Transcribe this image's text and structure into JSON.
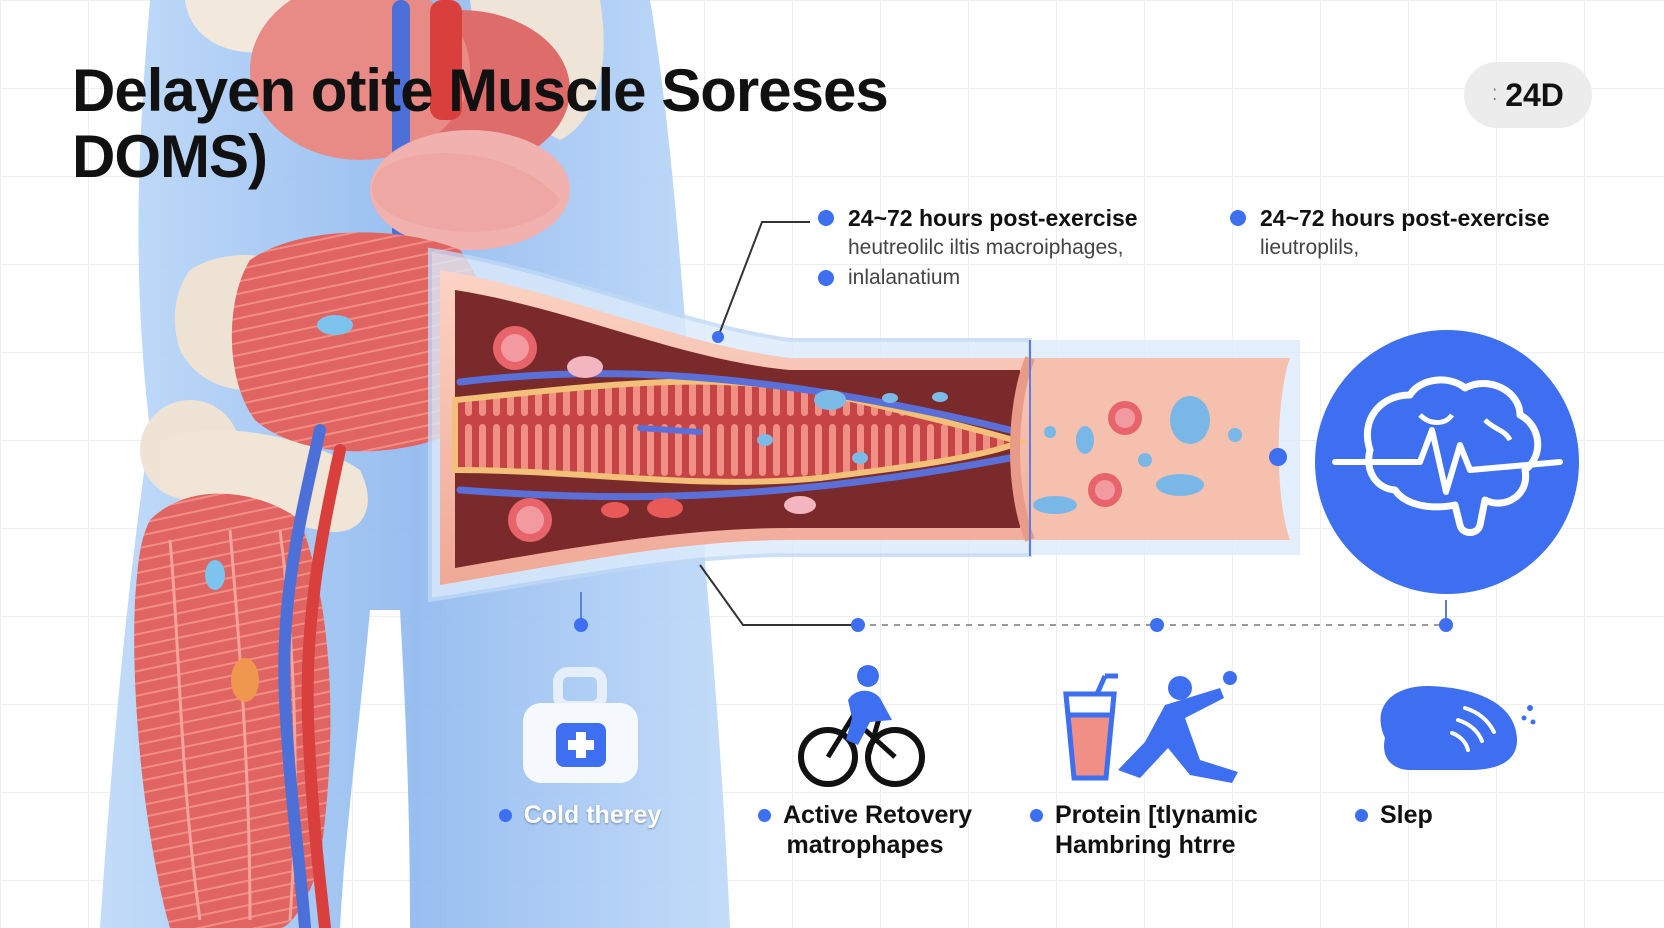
{
  "title": {
    "line1": "Delayen otite Muscle Soreses",
    "line2": "DOMS)"
  },
  "badge": {
    "label": "24D"
  },
  "notes": [
    {
      "heading": "24~72 hours post-exercise",
      "sub1": "heutreolilc iltis macroiphages,",
      "sub2": "inlalanatium"
    },
    {
      "heading": "24~72 hours post-exercise",
      "sub1": "lieutroplils,"
    }
  ],
  "recovery": [
    {
      "line1": "Cold therey",
      "icon": "first-aid-kit-icon"
    },
    {
      "line1": "Active Retovery",
      "line2": "matrophapes",
      "icon": "cyclist-icon"
    },
    {
      "line1": "Protein [tlynamic",
      "line2": "Hambring htrre",
      "icon": "protein-shake-stretch-icon"
    },
    {
      "line1": "Slep",
      "icon": "sleep-icon"
    }
  ],
  "colors": {
    "accent": "#3d6ff0",
    "muscle": "#e0605e",
    "tissue": "#f4b8a8",
    "body_blue": "#9ec4f2"
  }
}
